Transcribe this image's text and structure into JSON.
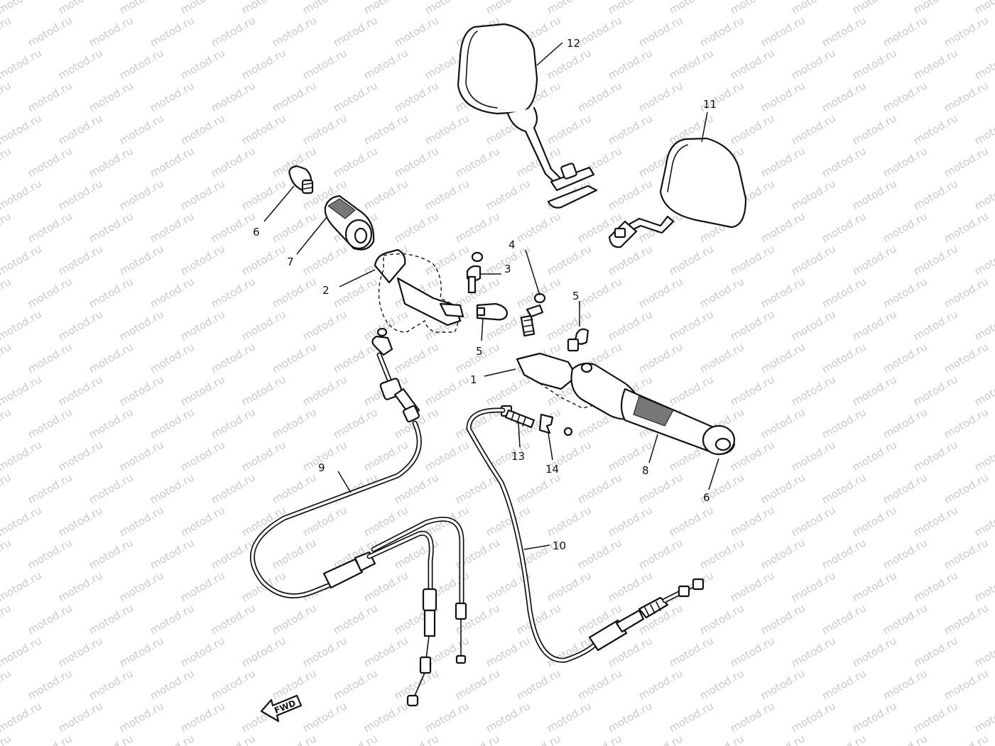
{
  "watermark": {
    "text": "motod.ru",
    "color": "#c9c9c9"
  },
  "direction_marker": {
    "label": "FWD"
  },
  "callouts": [
    "1",
    "2",
    "3",
    "4",
    "5",
    "5",
    "6",
    "6",
    "7",
    "8",
    "9",
    "10",
    "11",
    "12",
    "13",
    "14"
  ]
}
